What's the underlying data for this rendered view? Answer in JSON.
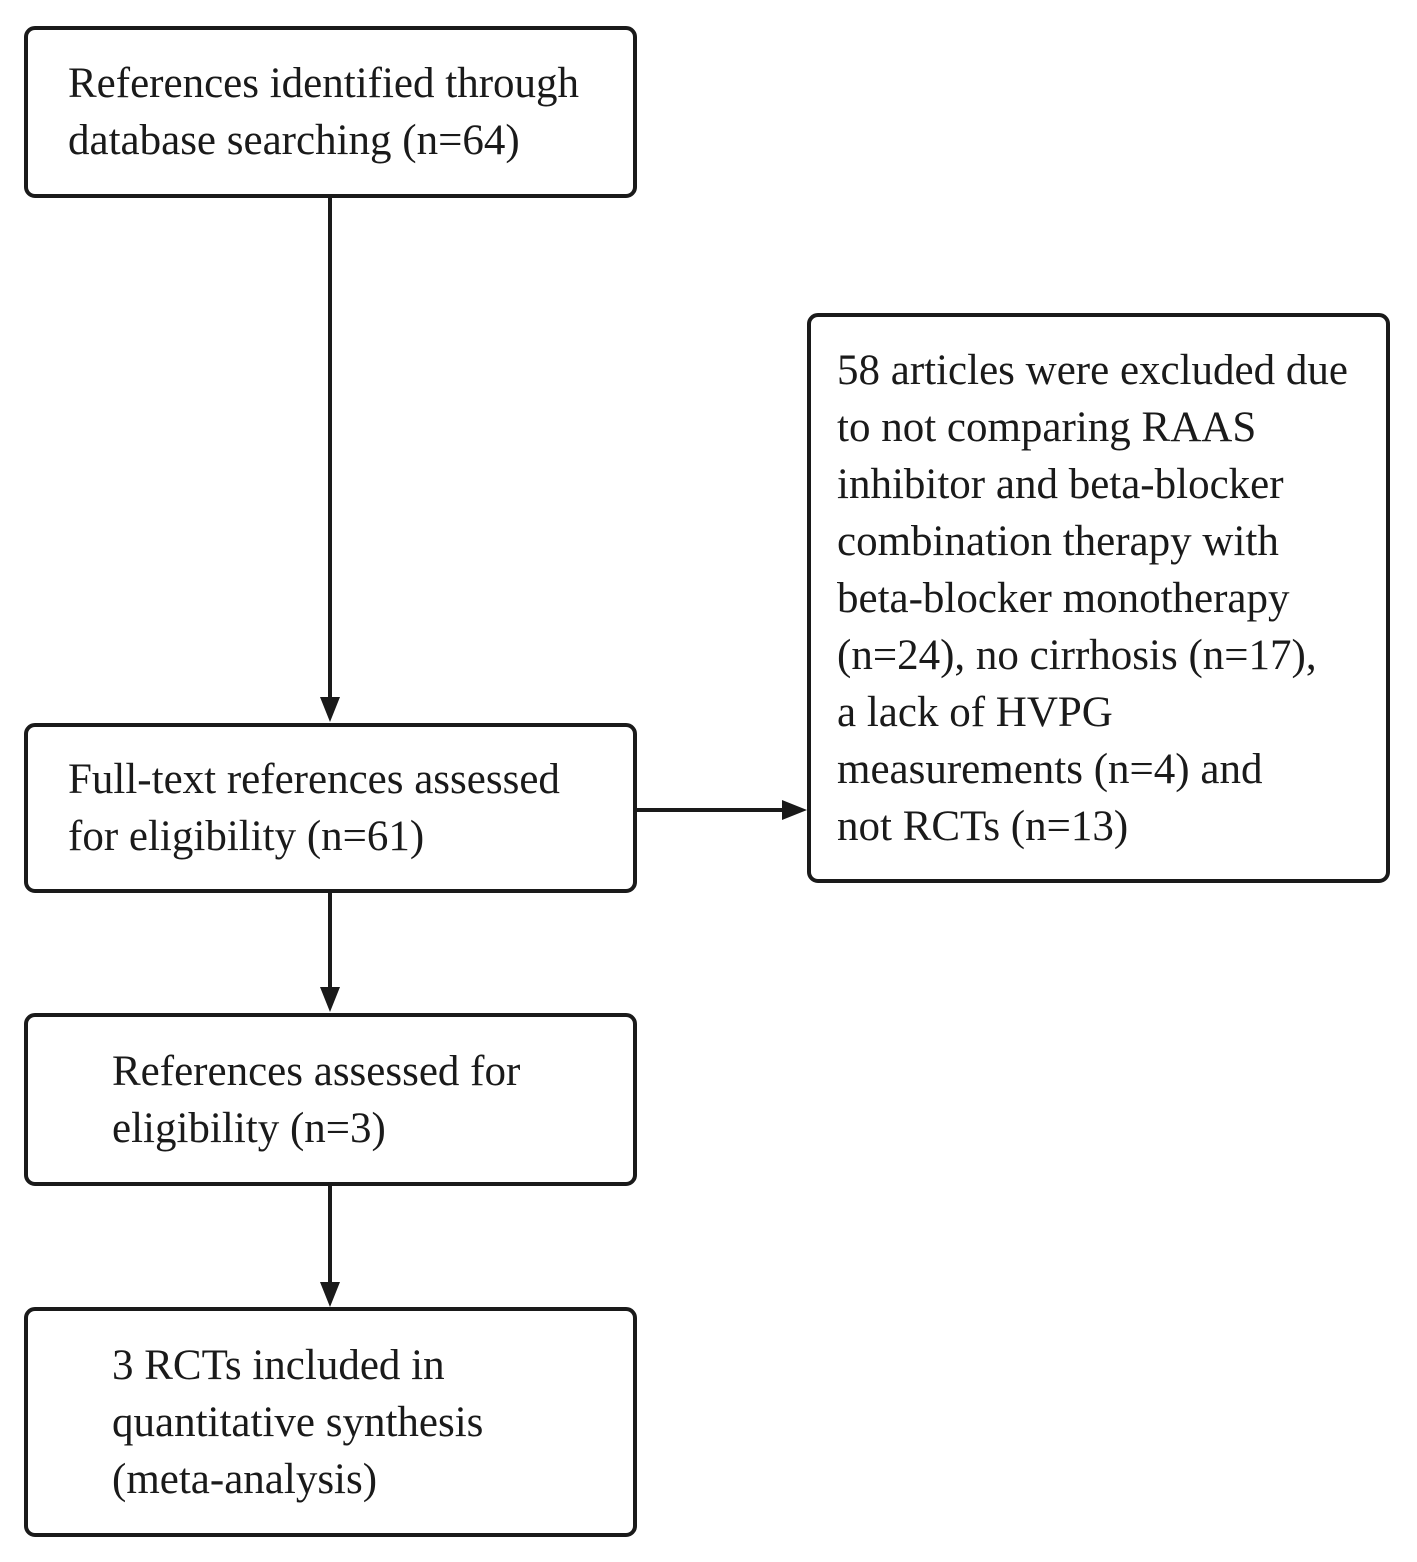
{
  "boxes": {
    "identified": {
      "text": "References identified through\ndatabase searching (n=64)",
      "n": 64
    },
    "fulltext": {
      "text": "Full-text references assessed\nfor eligibility (n=61)",
      "n": 61
    },
    "excluded": {
      "text": "58 articles were excluded due\nto not comparing RAAS\ninhibitor and beta-blocker\ncombination therapy with\nbeta-blocker monotherapy\n(n=24), no cirrhosis (n=17),\na lack of HVPG\nmeasurements (n=4) and\nnot RCTs (n=13)",
      "n": 58
    },
    "assessed": {
      "text": "References assessed for\neligibility (n=3)",
      "n": 3
    },
    "included": {
      "text": "3 RCTs included in\nquantitative synthesis\n(meta-analysis)",
      "n": 3
    }
  },
  "colors": {
    "line": "#1a1a1a",
    "background": "#ffffff",
    "text": "#1a1a1a"
  }
}
